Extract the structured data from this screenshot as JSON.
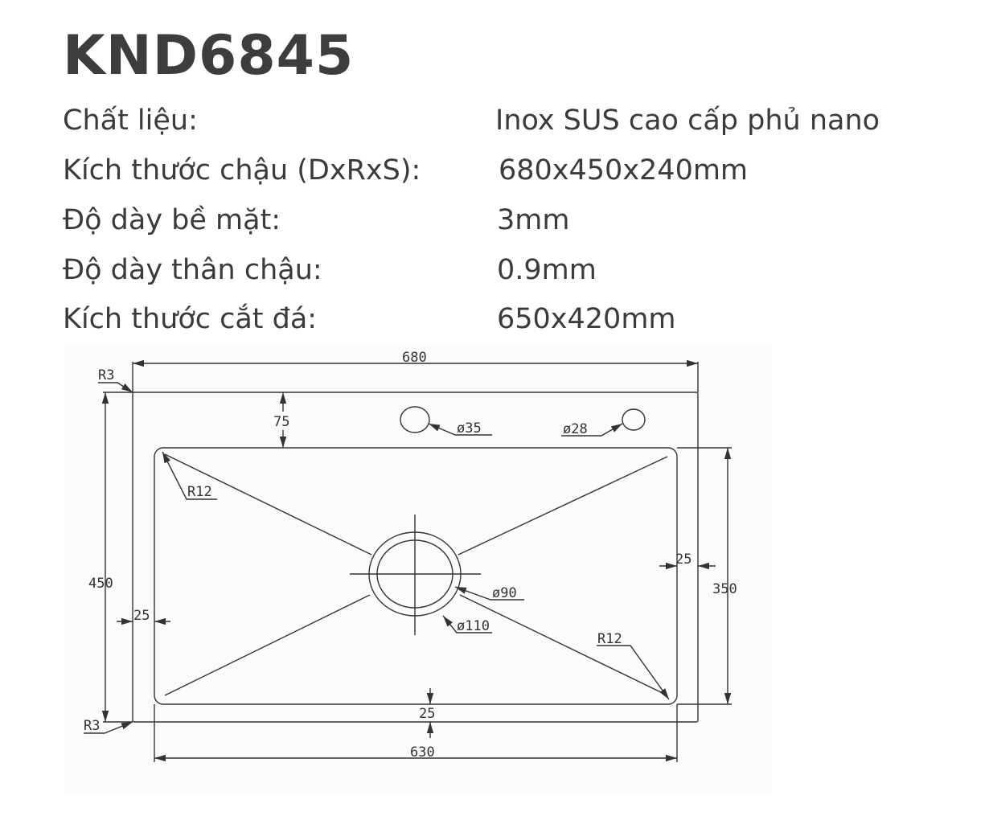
{
  "title": "KND6845",
  "specs": [
    {
      "label": "Chất liệu:",
      "value": "Inox SUS cao cấp phủ nano"
    },
    {
      "label": "Kích thước chậu (DxRxS):",
      "value": "680x450x240mm"
    },
    {
      "label": "Độ dày bề mặt:",
      "value": "3mm"
    },
    {
      "label": "Độ dày thân chậu:",
      "value": "0.9mm"
    },
    {
      "label": "Kích thước cắt đá:",
      "value": "650x420mm"
    }
  ],
  "drawing": {
    "width_total": "680",
    "depth_total": "450",
    "top_margin": "75",
    "hole1": "ø35",
    "hole2": "ø28",
    "radius_top": "R3",
    "radius_bottom": "R3",
    "basin_radius_top": "R12",
    "basin_radius_bottom": "R12",
    "right_margin": "25",
    "left_margin": "25",
    "bottom_margin": "25",
    "basin_depth": "350",
    "drain_inner": "ø90",
    "drain_outer": "ø110",
    "basin_width": "630"
  }
}
